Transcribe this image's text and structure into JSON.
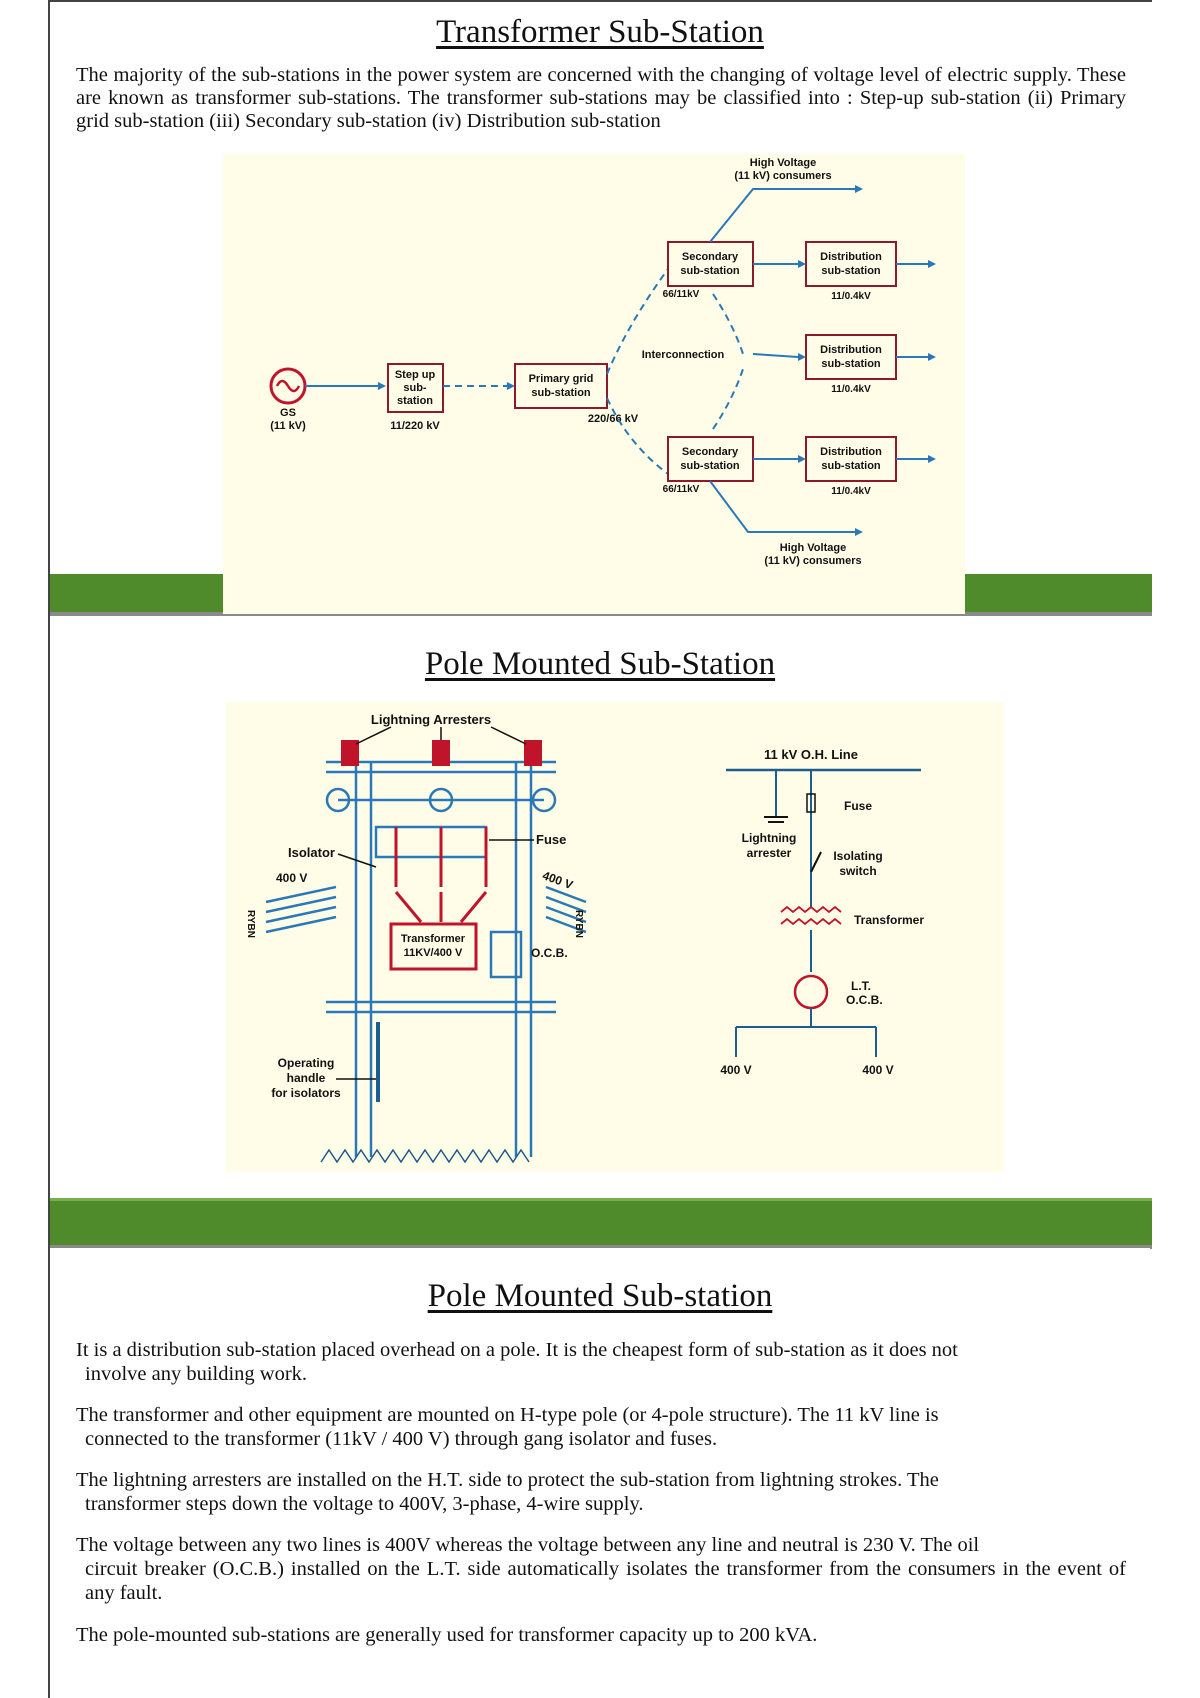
{
  "slide1": {
    "title": "Transformer Sub-Station",
    "paragraph": "The majority of the sub-stations in the power system are concerned with the changing of voltage level of electric supply. These are known as transformer sub-stations. The transformer sub-stations may be classified into : Step-up sub-station (ii) Primary grid sub-station (iii) Secondary sub-station (iv) Distribution sub-station",
    "diagram": {
      "hv_top_1": "High Voltage",
      "hv_top_2": "(11 kV) consumers",
      "hv_bottom_1": "High Voltage",
      "hv_bottom_2": "(11 kV) consumers",
      "gs_label_1": "GS",
      "gs_label_2": "(11 kV)",
      "stepup_1": "Step up",
      "stepup_2": "sub-",
      "stepup_3": "station",
      "stepup_rating": "11/220 kV",
      "primary_1": "Primary grid",
      "primary_2": "sub-station",
      "primary_rating": "220/66 kV",
      "secondary_1": "Secondary",
      "secondary_2": "sub-station",
      "secondary_rating": "66/11kV",
      "interconnection": "Interconnection",
      "distribution_1": "Distribution",
      "distribution_2": "sub-station",
      "distribution_rating": "11/0.4kV"
    }
  },
  "slide2": {
    "title": "Pole Mounted Sub-Station",
    "left": {
      "lightning_arresters": "Lightning Arresters",
      "isolator": "Isolator",
      "fuse": "Fuse",
      "v400_left": "400 V",
      "v400_right": "400 V",
      "transformer_1": "Transformer",
      "transformer_2": "11KV/400 V",
      "ocb": "O.C.B.",
      "phases": "RYBN",
      "handle_1": "Operating",
      "handle_2": "handle",
      "handle_3": "for isolators"
    },
    "right": {
      "line": "11 kV O.H. Line",
      "fuse": "Fuse",
      "arrester_1": "Lightning",
      "arrester_2": "arrester",
      "switch_1": "Isolating",
      "switch_2": "switch",
      "transformer": "Transformer",
      "ltocb_1": "L.T.",
      "ltocb_2": "O.C.B.",
      "out_left": "400 V",
      "out_right": "400 V"
    }
  },
  "slide3": {
    "title": "Pole Mounted Sub-station",
    "paragraphs": [
      {
        "first": "It is a distribution sub-station placed overhead on a pole. It is the cheapest form of sub-station as it does not",
        "rest": "involve any building work."
      },
      {
        "first": "The transformer and other equipment are mounted on H-type pole (or 4-pole structure). The 11 kV line is",
        "rest": "connected to the transformer (11kV / 400 V) through gang isolator and fuses."
      },
      {
        "first": "The lightning arresters are installed on the H.T. side to protect the sub-station from lightning strokes. The",
        "rest": "transformer steps down the voltage to 400V, 3-phase, 4-wire supply."
      },
      {
        "first": "The voltage between any two lines is 400V whereas the voltage between any line and neutral is 230 V. The oil",
        "rest": "circuit breaker (O.C.B.) installed on the L.T. side automatically isolates the transformer from the consumers in the event of any fault."
      },
      {
        "first": "The pole-mounted sub-stations are generally used for transformer capacity up to 200 kVA.",
        "rest": ""
      }
    ]
  },
  "colors": {
    "band": "#4f8a2b",
    "panel": "#fffde7",
    "wire": "#2a78b8",
    "box": "#8b1a2a"
  }
}
